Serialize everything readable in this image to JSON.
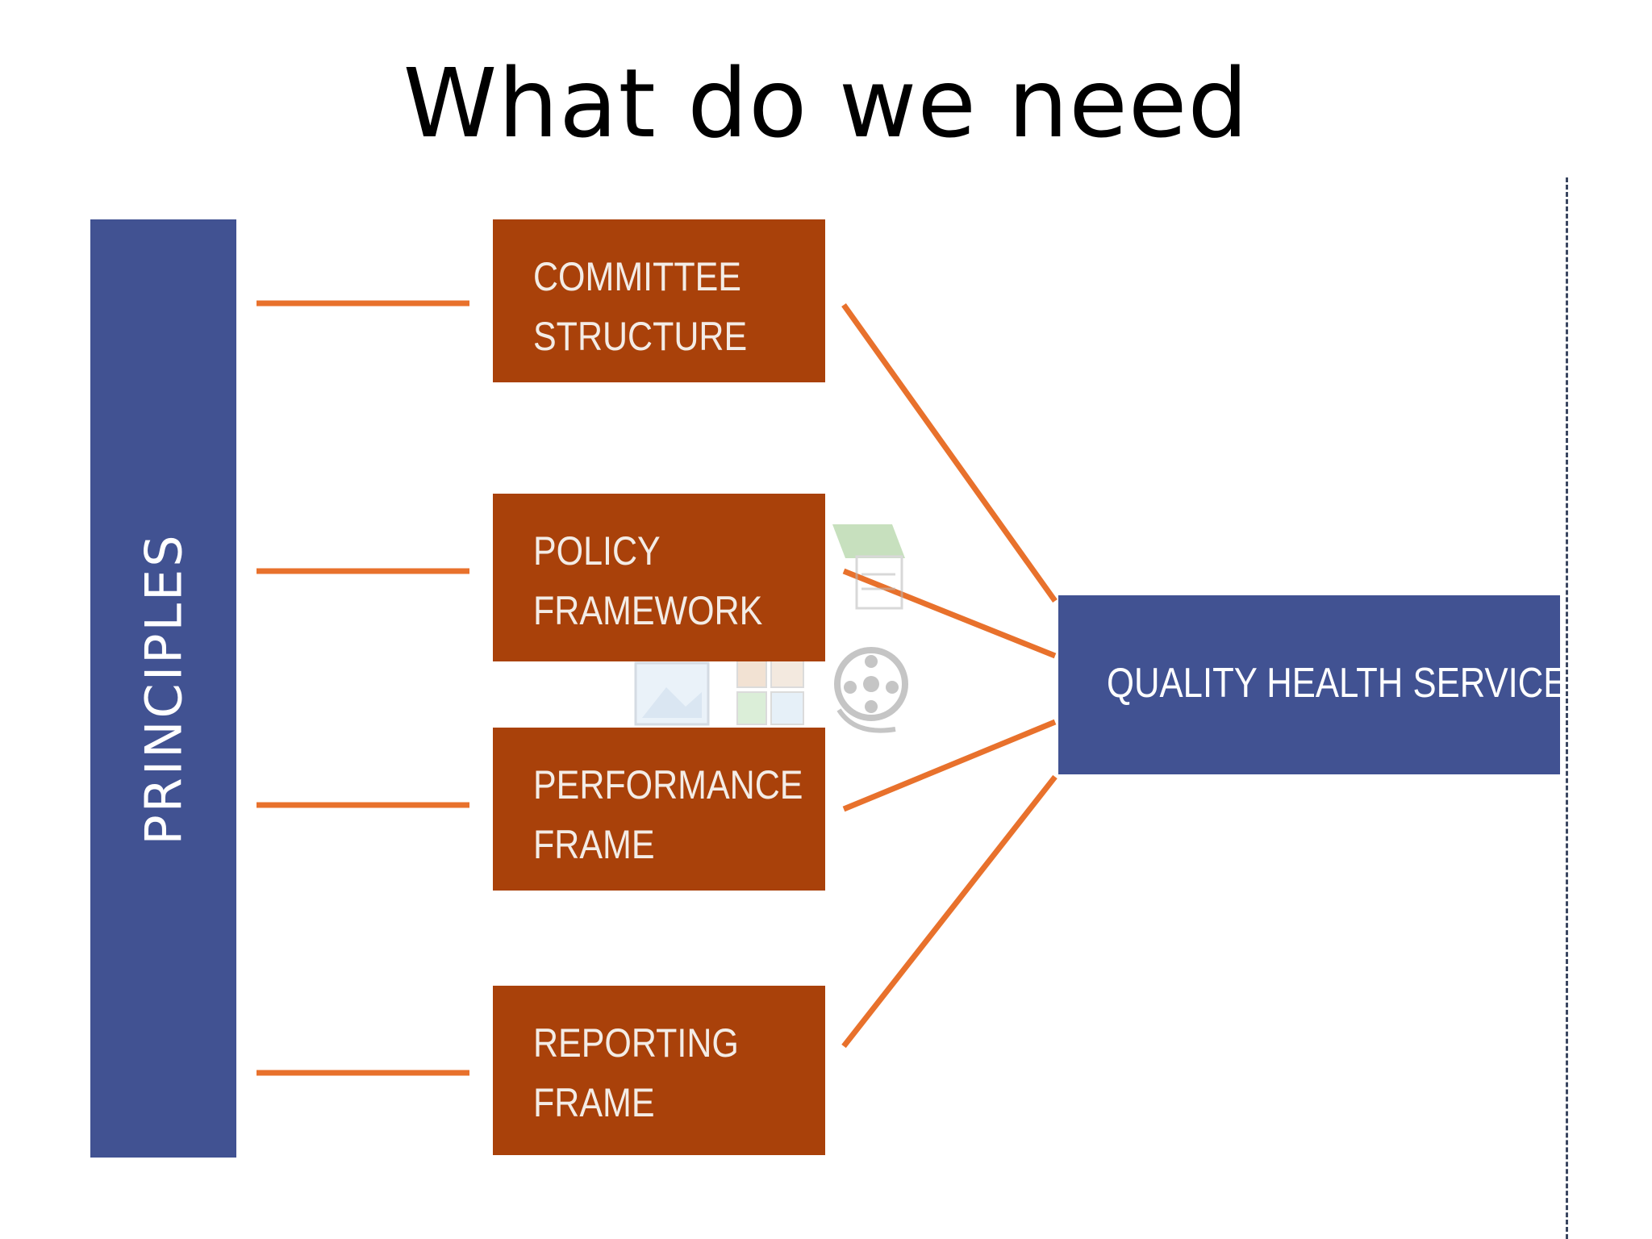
{
  "title": "What do we need",
  "colors": {
    "blue_box": "#415292",
    "orange_box": "#a9410a",
    "connector": "#e8712c"
  },
  "diagram": {
    "principles": {
      "label": "PRINCIPLES"
    },
    "components": [
      {
        "line1": "COMMITTEE",
        "line2": "STRUCTURE"
      },
      {
        "line1": "POLICY",
        "line2": "FRAMEWORK"
      },
      {
        "line1": "PERFORMANCE",
        "line2": "FRAME"
      },
      {
        "line1": "REPORTING",
        "line2": "FRAME"
      }
    ],
    "outcome": {
      "label": "QUALITY HEALTH SERVICE"
    }
  },
  "icons": [
    "placeholder-table-icon",
    "placeholder-picture-icon",
    "placeholder-clipart-icon",
    "placeholder-media-icon"
  ]
}
